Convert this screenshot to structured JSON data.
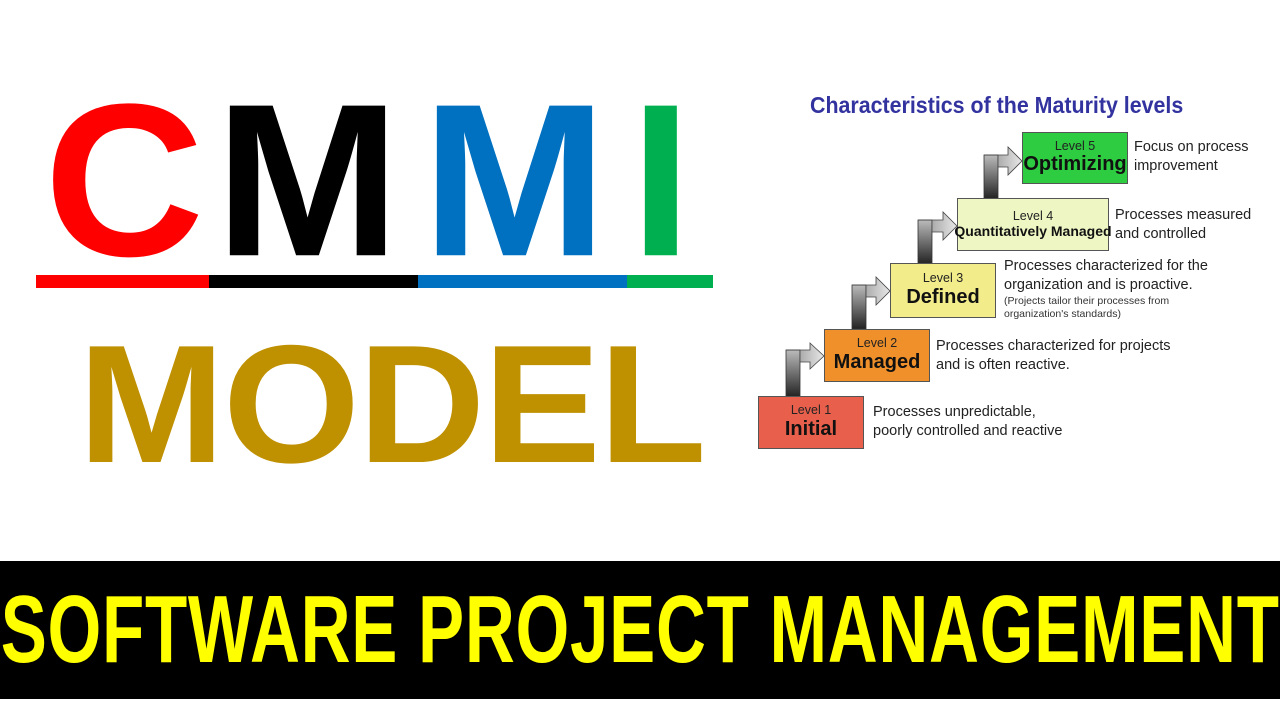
{
  "logo": {
    "letters": [
      {
        "char": "C",
        "color": "#FF0000"
      },
      {
        "char": "M",
        "color": "#000000"
      },
      {
        "char": "M",
        "color": "#0070C0"
      },
      {
        "char": "I",
        "color": "#00B050"
      }
    ],
    "underline_colors": [
      "#FF0000",
      "#000000",
      "#0070C0",
      "#00B050"
    ],
    "subtitle": "MODEL",
    "subtitle_color": "#BF9000"
  },
  "diagram": {
    "title": "Characteristics of the Maturity levels",
    "title_color": "#3333A0",
    "levels": [
      {
        "level": "Level 1",
        "name": "Initial",
        "color": "#E8604C",
        "description_lines": [
          "Processes unpredictable,",
          "poorly controlled and reactive"
        ],
        "note_lines": []
      },
      {
        "level": "Level 2",
        "name": "Managed",
        "color": "#F0902A",
        "description_lines": [
          "Processes characterized for projects",
          "and is often reactive."
        ],
        "note_lines": []
      },
      {
        "level": "Level 3",
        "name": "Defined",
        "color": "#F2EC8A",
        "description_lines": [
          "Processes characterized for the",
          "organization and is proactive."
        ],
        "note_lines": [
          "(Projects tailor their processes from",
          "organization's standards)"
        ]
      },
      {
        "level": "Level 4",
        "name": "Quantitatively Managed",
        "color": "#EEF7C4",
        "description_lines": [
          "Processes measured",
          "and controlled"
        ],
        "note_lines": []
      },
      {
        "level": "Level 5",
        "name": "Optimizing",
        "color": "#2ECC40",
        "description_lines": [
          "Focus on process",
          "improvement"
        ],
        "note_lines": []
      }
    ]
  },
  "banner": {
    "text": "SOFTWARE PROJECT MANAGEMENT",
    "text_color": "#FFFF00",
    "background": "#000000"
  }
}
